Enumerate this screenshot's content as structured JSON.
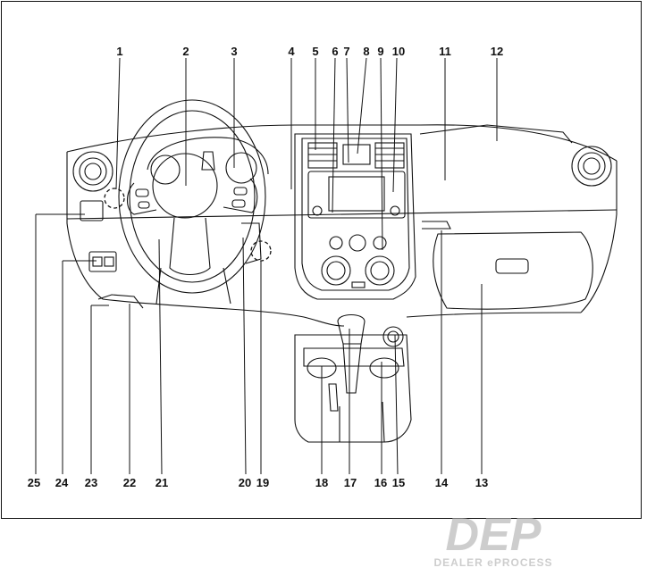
{
  "top_callouts": [
    "1",
    "2",
    "3",
    "4",
    "5",
    "6",
    "7",
    "8",
    "9",
    "10",
    "11",
    "12"
  ],
  "bottom_callouts": [
    "25",
    "24",
    "23",
    "22",
    "21",
    "20",
    "19",
    "18",
    "17",
    "16",
    "15",
    "14",
    "13"
  ],
  "watermark": {
    "logo": "DEP",
    "tagline": "DEALER ePROCESS",
    "color": "#bdbdbd"
  }
}
